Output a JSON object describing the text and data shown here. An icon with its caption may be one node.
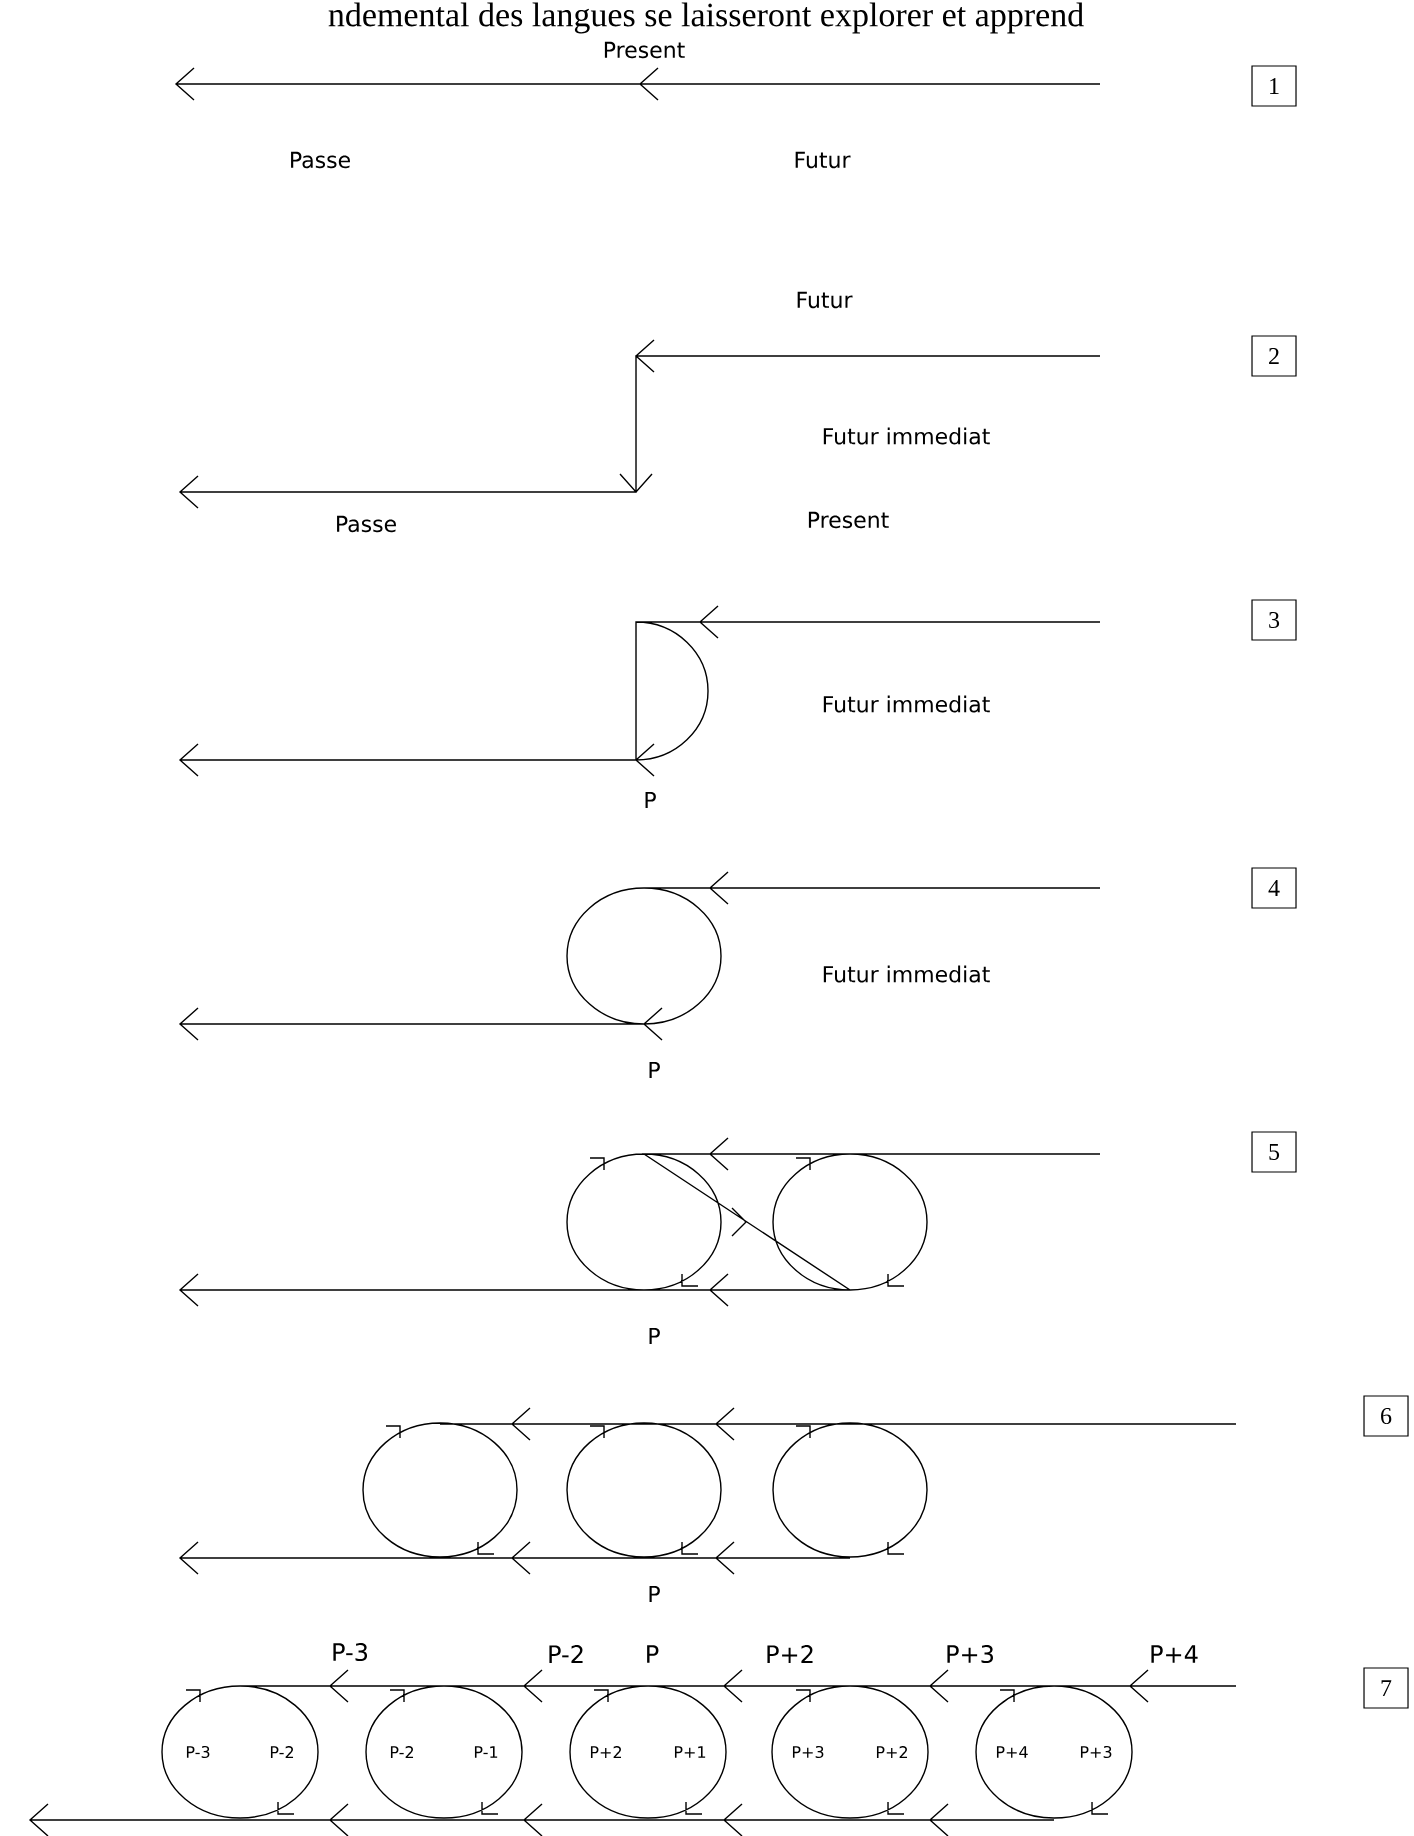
{
  "diagram": {
    "nodes": [
      {
        "text": [
          "1"
        ]
      },
      {
        "text": [
          "2"
        ]
      },
      {
        "text": [
          "3"
        ]
      },
      {
        "text": [
          "4"
        ]
      },
      {
        "text": [
          "5"
        ]
      },
      {
        "text": [
          "6"
        ]
      },
      {
        "text": [
          "7"
        ]
      }
    ],
    "labels": [
      "ndemental des langues se laisseront explorer et apprend",
      "Present",
      "Passe",
      "Futur",
      "Futur",
      "Futur immediat",
      "Passe",
      "Present",
      "Futur immediat",
      "P",
      "Futur immediat",
      "P",
      "P",
      "P",
      "P-3",
      "P-2",
      "P",
      "P+2",
      "P+3",
      "P+4",
      "P-3",
      "P-2",
      "P-2",
      "P-1",
      "P+2",
      "P+1",
      "P+3",
      "P+2",
      "P+4",
      "P+3"
    ]
  }
}
